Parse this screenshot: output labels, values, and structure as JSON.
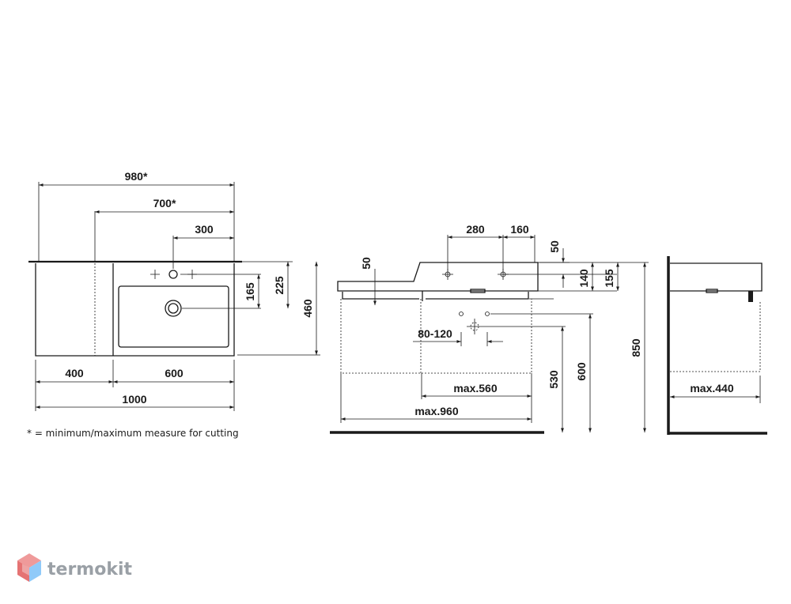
{
  "plan_view": {
    "width_980": "980*",
    "width_700": "700*",
    "width_300": "300",
    "depth_165": "165",
    "depth_225": "225",
    "depth_460": "460",
    "seg_400": "400",
    "seg_600": "600",
    "width_1000": "1000"
  },
  "footnote": "* = minimum/maximum measure for cutting",
  "front_view": {
    "spacing_280": "280",
    "spacing_160": "160",
    "top_50": "50",
    "thickness_50": "50",
    "height_140": "140",
    "height_155": "155",
    "drain_80_120": "80-120",
    "height_530": "530",
    "height_600": "600",
    "height_850": "850",
    "max_560": "max.560",
    "max_960": "max.960"
  },
  "side_view": {
    "max_440": "max.440"
  },
  "brand": {
    "name": "termokit",
    "colors": [
      "#e57373",
      "#64b5f6",
      "#9aa0a6"
    ]
  }
}
